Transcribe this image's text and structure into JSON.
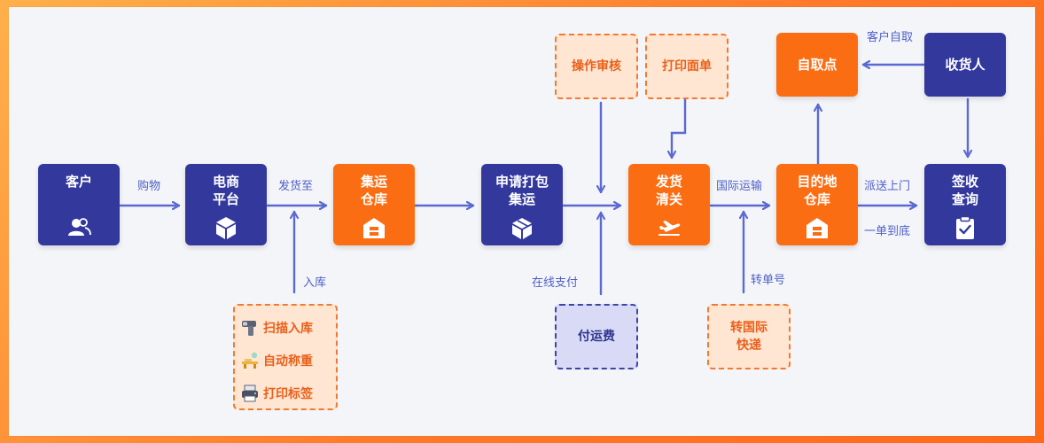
{
  "nodes": {
    "customer": "客户",
    "ecommerce": "电商\n平台",
    "consolidation_warehouse": "集运\n仓库",
    "apply_packing": "申请打包\n集运",
    "ship_customs": "发货\n清关",
    "destination_warehouse": "目的地\n仓库",
    "pickup_point": "自取点",
    "receiver": "收货人",
    "sign_check": "签收\n查询"
  },
  "dashed_boxes": {
    "review": "操作审核",
    "print_waybill": "打印面单",
    "pay_freight": "付运费",
    "intl_express": "转国际\n快递"
  },
  "warehouse_ops": [
    {
      "label": "扫描入库",
      "icon": "scanner-icon"
    },
    {
      "label": "自动称重",
      "icon": "scale-icon"
    },
    {
      "label": "打印标签",
      "icon": "printer-icon"
    }
  ],
  "edge_labels": {
    "purchase": "购物",
    "ship_to": "发货至",
    "inbound": "入库",
    "online_pay": "在线支付",
    "intl_transport": "国际运输",
    "transfer_no": "转单号",
    "deliver_door": "派送上门",
    "one_stop": "一单到底",
    "self_pickup": "客户自取"
  },
  "colors": {
    "navy": "#33399c",
    "orange": "#fb6d12",
    "arrow": "#5a6ad2",
    "dashed_orange_bg": "#ffe6d3",
    "dashed_blue_bg": "#d9dbf6"
  }
}
